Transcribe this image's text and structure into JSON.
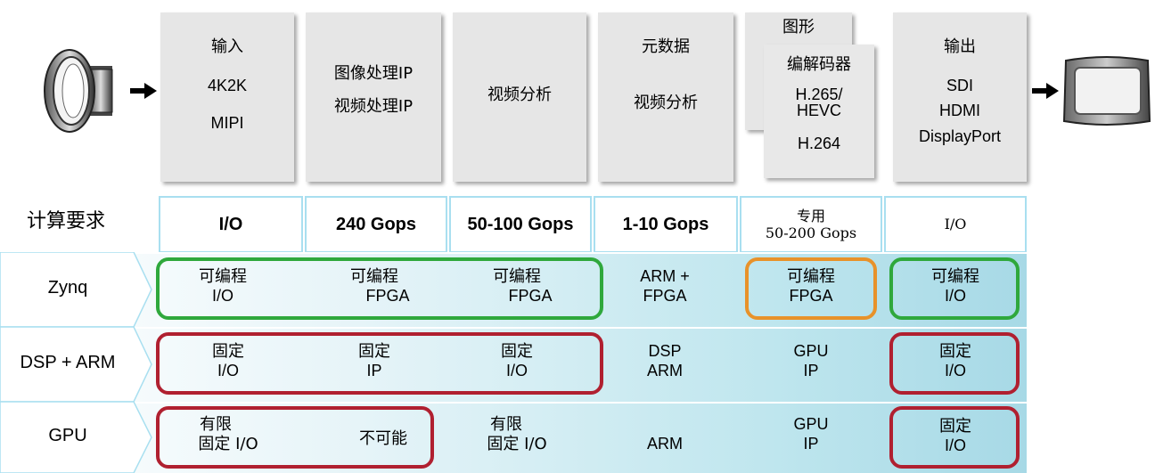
{
  "pipeline": {
    "input": {
      "title": "输入",
      "l2": "4K2K",
      "l3": "MIPI"
    },
    "ip": {
      "l1": "图像处理IP",
      "l2": "视频处理IP"
    },
    "analytics": {
      "l1": "视频分析"
    },
    "metadata": {
      "l1": "元数据",
      "l2": "视频分析"
    },
    "graphics": {
      "back": "图形",
      "l1": "编解码器",
      "l2": "H.265/",
      "l3": "HEVC",
      "l4": "H.264"
    },
    "output": {
      "title": "输出",
      "l2": "SDI",
      "l3": "HDMI",
      "l4": "DisplayPort"
    }
  },
  "compute": {
    "label": "计算要求",
    "cols": [
      "I/O",
      "240 Gops",
      "50-100 Gops",
      "1-10 Gops",
      "专用",
      "50-200 Gops",
      "I/O"
    ]
  },
  "rows": [
    {
      "label": "Zynq",
      "cells": [
        [
          "可编程",
          "I/O"
        ],
        [
          "可编程",
          "FPGA"
        ],
        [
          "可编程",
          "FPGA"
        ],
        [
          "ARM +",
          "FPGA"
        ],
        [
          "可编程",
          "FPGA"
        ],
        [
          "可编程",
          "I/O"
        ]
      ]
    },
    {
      "label": "DSP + ARM",
      "cells": [
        [
          "固定",
          "I/O"
        ],
        [
          "固定",
          "IP"
        ],
        [
          "固定",
          "I/O"
        ],
        [
          "DSP",
          "ARM"
        ],
        [
          "GPU",
          "IP"
        ],
        [
          "固定",
          "I/O"
        ]
      ]
    },
    {
      "label": "GPU",
      "cells": [
        [
          "有限",
          "固定 I/O"
        ],
        [
          "不可能",
          ""
        ],
        [
          "有限",
          "固定 I/O"
        ],
        [
          "",
          "ARM"
        ],
        [
          "GPU",
          "IP"
        ],
        [
          "固定",
          "I/O"
        ]
      ]
    }
  ],
  "colors": {
    "green": "#2fa83c",
    "red": "#b02030",
    "orange": "#e8922a",
    "cyan": "#a9dff0"
  },
  "icons": {
    "camera": "camera-lens-icon",
    "monitor": "monitor-icon",
    "arrow": "right-arrow-icon"
  }
}
